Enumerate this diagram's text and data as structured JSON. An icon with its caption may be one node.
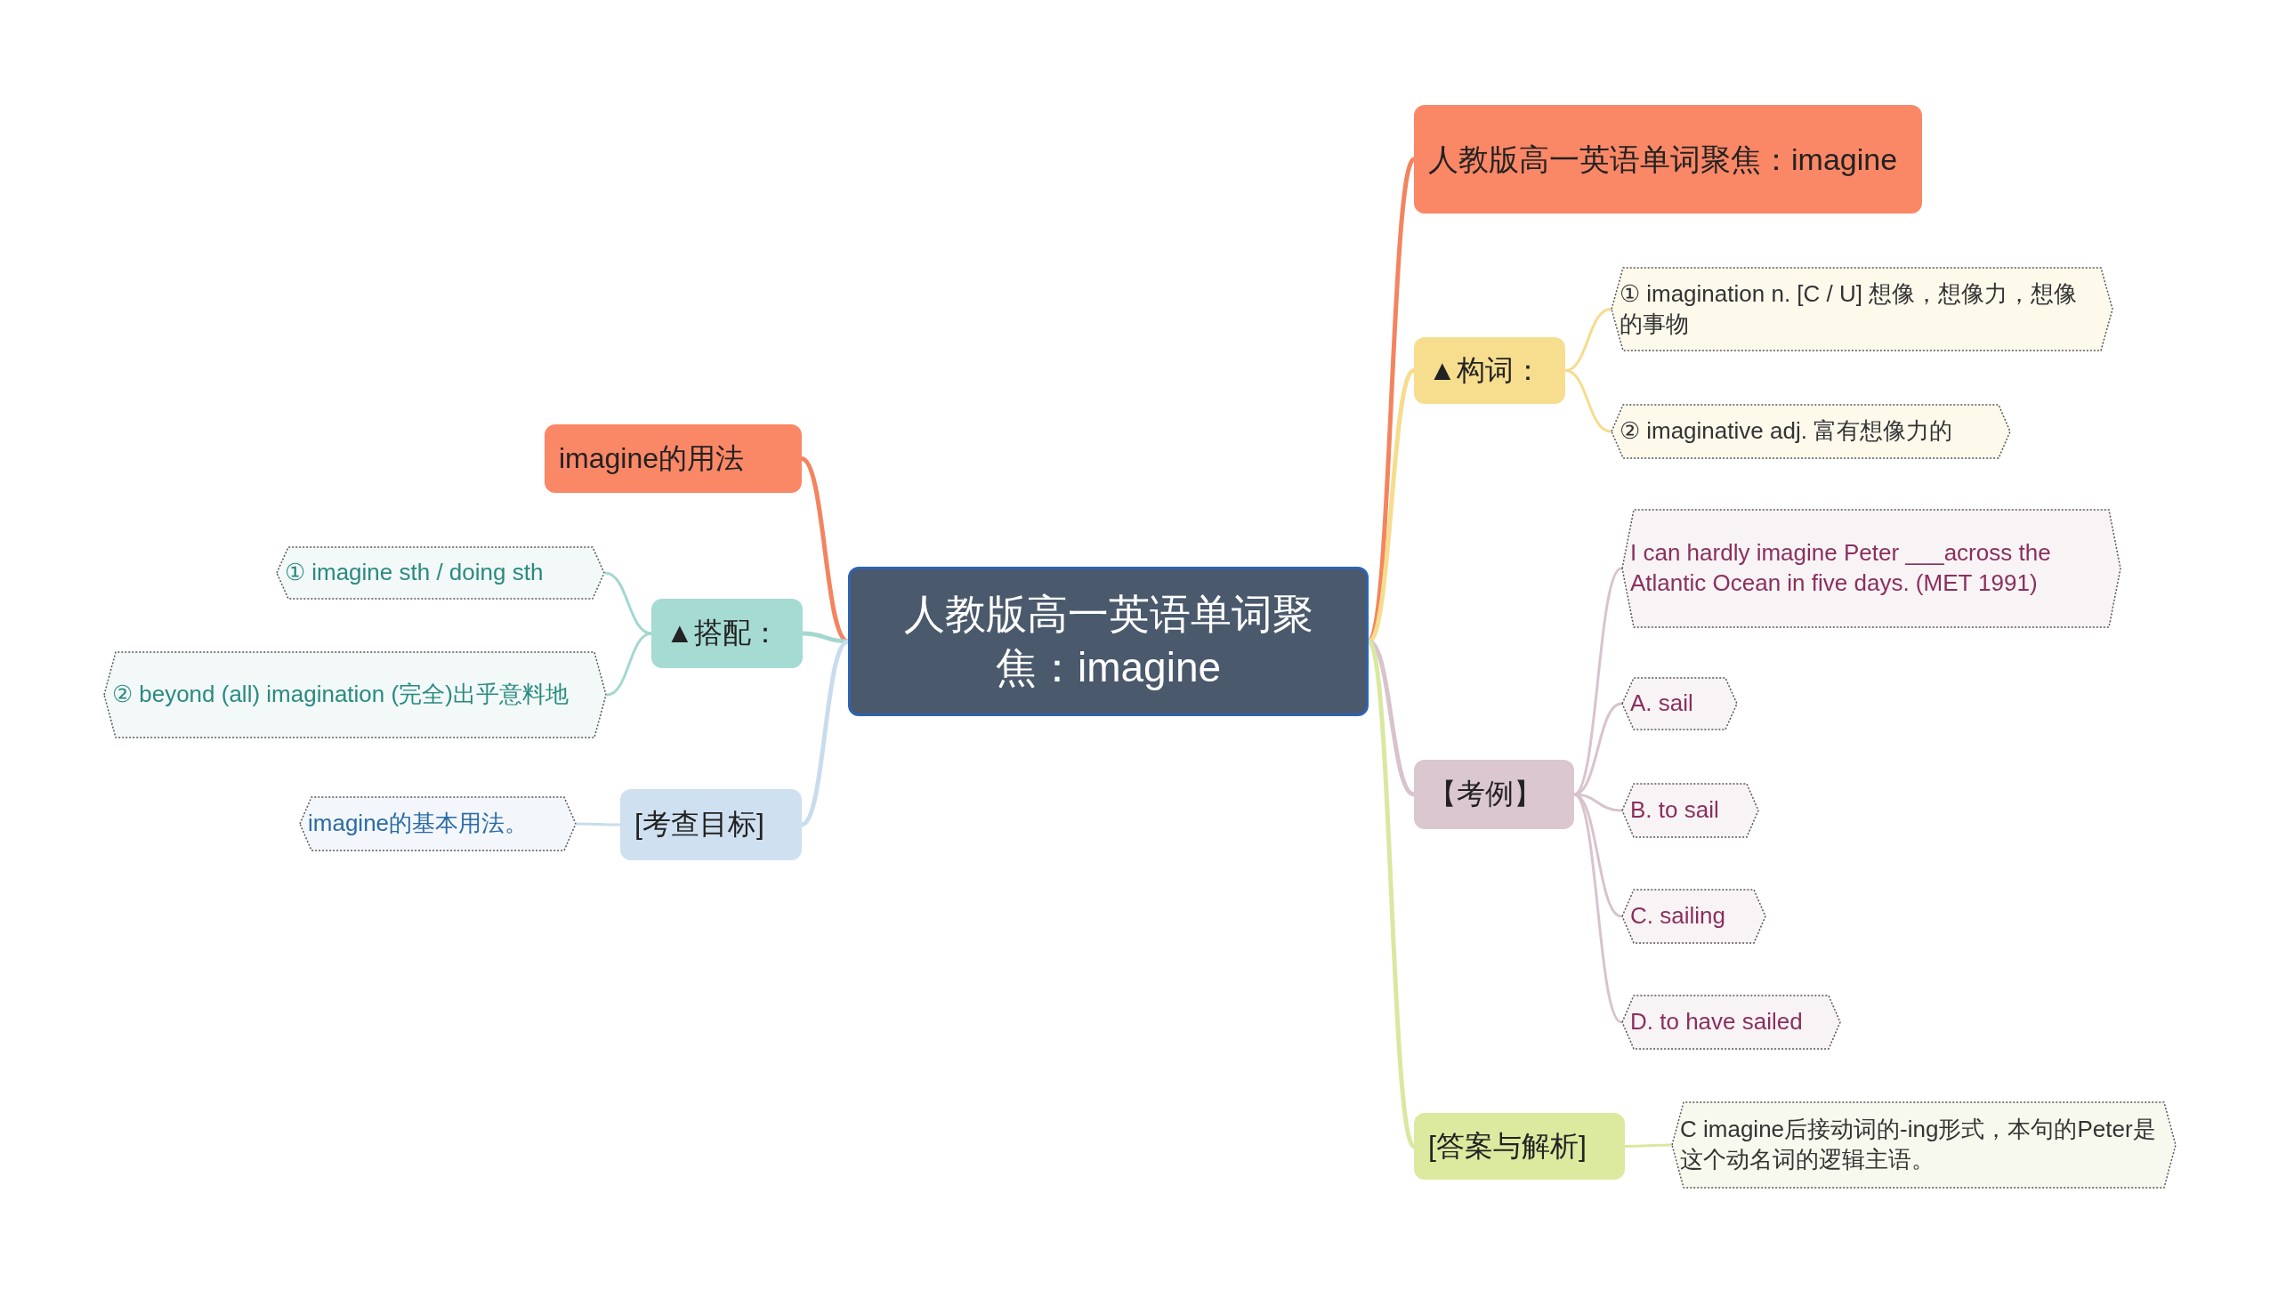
{
  "diagram": {
    "nodes": [
      {
        "text": [
          "人教版高一英语单词聚焦：imagine"
        ]
      },
      {
        "text": [
          "人教版高一英语单词聚焦：imagine"
        ]
      },
      {
        "text": [
          "▲构词："
        ]
      },
      {
        "text": [
          "① imagination n. [C / U] 想像，想像力，想像的事物"
        ]
      },
      {
        "text": [
          "② imaginative adj. 富有想像力的"
        ]
      },
      {
        "text": [
          "【考例】"
        ]
      },
      {
        "text": [
          "I can hardly imagine Peter ___across the Atlantic Ocean in five days.  (MET 1991)"
        ]
      },
      {
        "text": [
          "A. sail"
        ]
      },
      {
        "text": [
          "B. to sail"
        ]
      },
      {
        "text": [
          "C. sailing"
        ]
      },
      {
        "text": [
          "D. to have sailed"
        ]
      },
      {
        "text": [
          "[答案与解析]"
        ]
      },
      {
        "text": [
          "C imagine后接动词的-ing形式，本句的Peter是这个动名词的逻辑主语。"
        ]
      },
      {
        "text": [
          "imagine的用法"
        ]
      },
      {
        "text": [
          "▲搭配："
        ]
      },
      {
        "text": [
          "① imagine sth / doing sth"
        ]
      },
      {
        "text": [
          "② beyond (all) imagination (完全)出乎意料地"
        ]
      },
      {
        "text": [
          "[考查目标]"
        ]
      },
      {
        "text": [
          "imagine的基本用法。"
        ]
      }
    ],
    "edges": [
      {
        "from": 0,
        "to": 1,
        "arrow": "none",
        "color": "#f4845f"
      },
      {
        "from": 0,
        "to": 2,
        "arrow": "none",
        "color": "#f6dc8c"
      },
      {
        "from": 2,
        "to": 3,
        "arrow": "none",
        "color": "#f6dc8c"
      },
      {
        "from": 2,
        "to": 4,
        "arrow": "none",
        "color": "#f6dc8c"
      },
      {
        "from": 0,
        "to": 5,
        "arrow": "none",
        "color": "#d8c3cd"
      },
      {
        "from": 5,
        "to": 6,
        "arrow": "none",
        "color": "#d8c3cd"
      },
      {
        "from": 5,
        "to": 7,
        "arrow": "none",
        "color": "#d8c3cd"
      },
      {
        "from": 5,
        "to": 8,
        "arrow": "none",
        "color": "#d8c3cd"
      },
      {
        "from": 5,
        "to": 9,
        "arrow": "none",
        "color": "#d8c3cd"
      },
      {
        "from": 5,
        "to": 10,
        "arrow": "none",
        "color": "#d8c3cd"
      },
      {
        "from": 0,
        "to": 11,
        "arrow": "none",
        "color": "#d9e8a0"
      },
      {
        "from": 11,
        "to": 12,
        "arrow": "none",
        "color": "#d9e8a0"
      },
      {
        "from": 0,
        "to": 13,
        "arrow": "none",
        "color": "#f4845f"
      },
      {
        "from": 0,
        "to": 14,
        "arrow": "none",
        "color": "#a3d8d0"
      },
      {
        "from": 14,
        "to": 15,
        "arrow": "none",
        "color": "#a3d8d0"
      },
      {
        "from": 14,
        "to": 16,
        "arrow": "none",
        "color": "#a3d8d0"
      },
      {
        "from": 0,
        "to": 17,
        "arrow": "none",
        "color": "#c9dcee"
      },
      {
        "from": 17,
        "to": 18,
        "arrow": "none",
        "color": "#c9dcee"
      }
    ]
  }
}
